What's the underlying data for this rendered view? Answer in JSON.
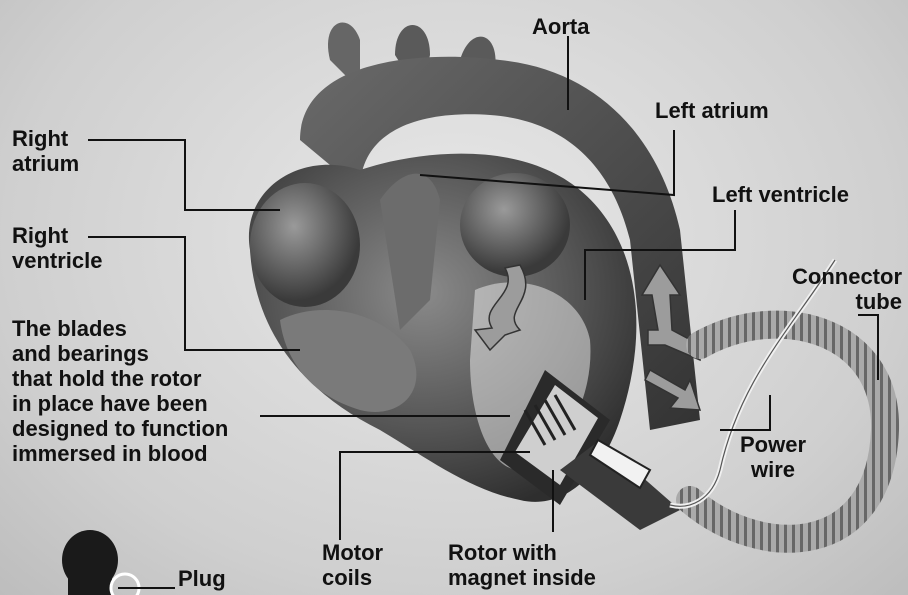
{
  "labels": {
    "aorta": "Aorta",
    "left_atrium": "Left atrium",
    "right_atrium": [
      "Right",
      "atrium"
    ],
    "left_ventricle": "Left ventricle",
    "right_ventricle": [
      "Right",
      "ventricle"
    ],
    "connector_tube": [
      "Connector",
      "tube"
    ],
    "blades_note": [
      "The blades",
      "and bearings",
      "that hold the rotor",
      "in place have been",
      "designed to function",
      "immersed in blood"
    ],
    "power_wire": [
      "Power",
      "wire"
    ],
    "motor_coils": [
      "Motor",
      "coils"
    ],
    "rotor": [
      "Rotor with",
      "magnet inside"
    ],
    "plug": "Plug"
  }
}
